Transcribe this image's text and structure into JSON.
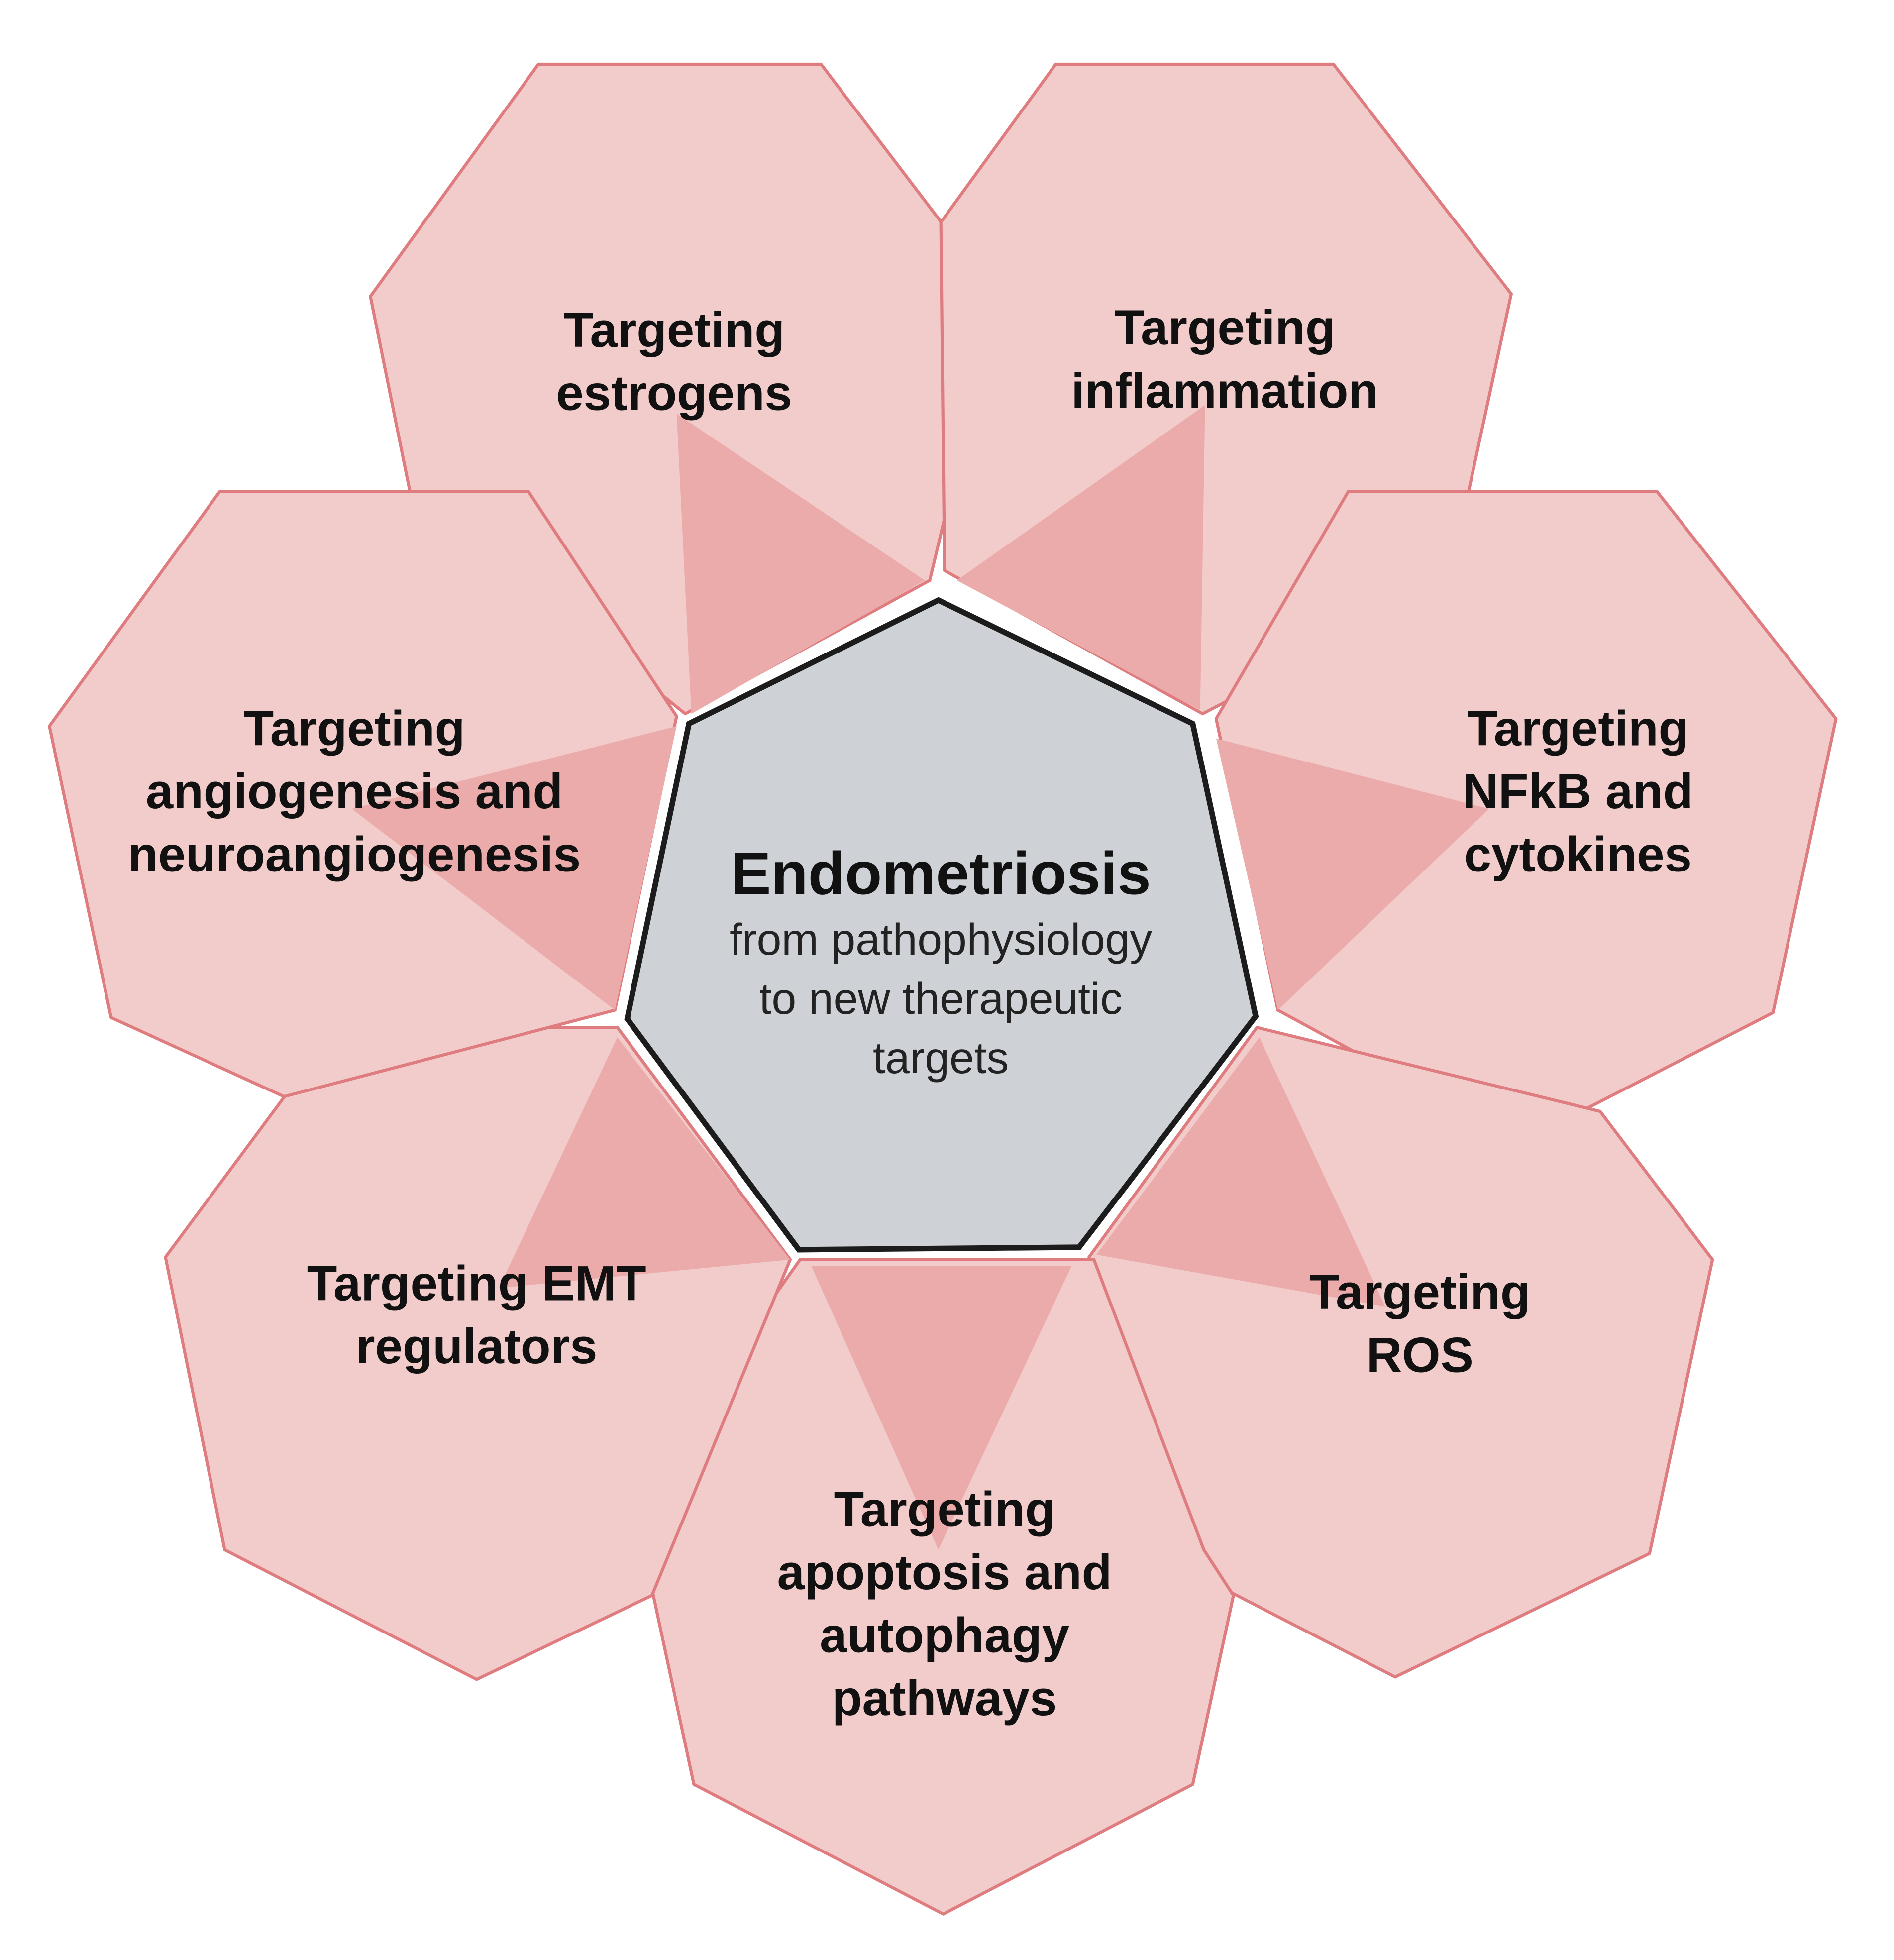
{
  "colors": {
    "petal_fill": "#F2CBCB",
    "petal_stroke": "#DE7C7F",
    "wedge_fill": "#ECABAB",
    "hub_fill": "#CED1D5",
    "hub_stroke": "#1C1C1C",
    "text": "#111111"
  },
  "center": {
    "title": "Endometriosis",
    "subtitle_lines": [
      "from pathophysiology",
      "to new therapeutic",
      "targets"
    ]
  },
  "petals": [
    {
      "id": "estrogens",
      "lines": [
        "Targeting",
        "estrogens"
      ]
    },
    {
      "id": "inflammation",
      "lines": [
        "Targeting",
        "inflammation"
      ]
    },
    {
      "id": "nfkb",
      "lines": [
        "Targeting",
        "NFkB and",
        "cytokines"
      ]
    },
    {
      "id": "ros",
      "lines": [
        "Targeting",
        "ROS"
      ]
    },
    {
      "id": "apoptosis",
      "lines": [
        "Targeting",
        "apoptosis and",
        "autophagy",
        "pathways"
      ]
    },
    {
      "id": "emt",
      "lines": [
        "Targeting EMT",
        "regulators"
      ]
    },
    {
      "id": "angiogenesis",
      "lines": [
        "Targeting",
        "angiogenesis and",
        "neuroangiogenesis"
      ]
    }
  ]
}
